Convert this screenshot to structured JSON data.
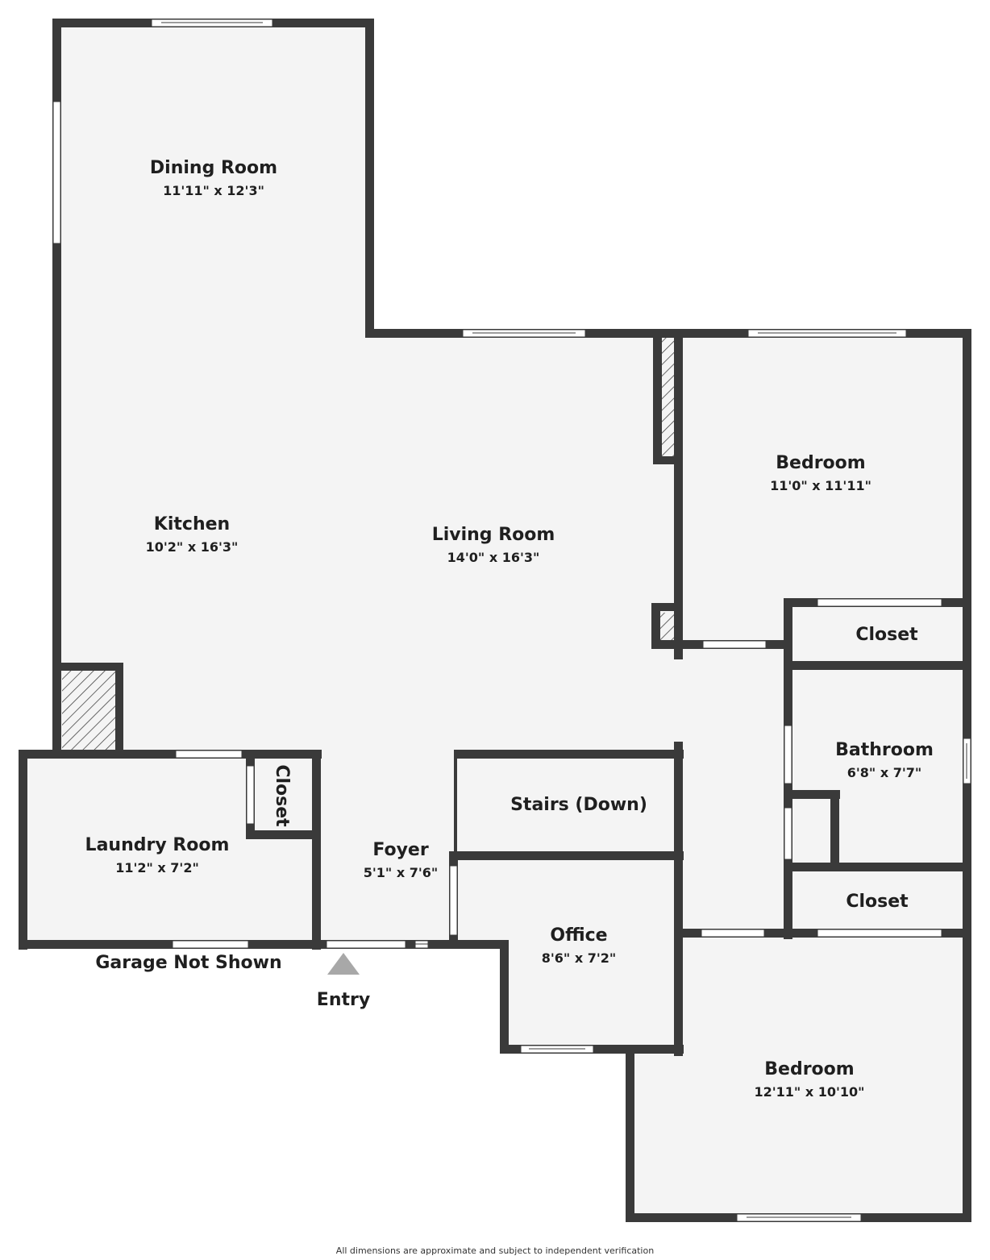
{
  "colors": {
    "wall": "#3a3a3a",
    "floor": "#f4f4f4",
    "window": "#ffffff",
    "hatch": "#3a3a3a",
    "entry_marker": "#a8a8a8"
  },
  "rooms": {
    "dining": {
      "name": "Dining Room",
      "dims": "11'11\" x 12'3\""
    },
    "kitchen": {
      "name": "Kitchen",
      "dims": "10'2\" x 16'3\""
    },
    "living": {
      "name": "Living Room",
      "dims": "14'0\" x 16'3\""
    },
    "bedroom1": {
      "name": "Bedroom",
      "dims": "11'0\" x 11'11\""
    },
    "closet1": {
      "name": "Closet"
    },
    "bathroom": {
      "name": "Bathroom",
      "dims": "6'8\" x 7'7\""
    },
    "closet2": {
      "name": "Closet"
    },
    "laundry": {
      "name": "Laundry Room",
      "dims": "11'2\" x 7'2\""
    },
    "closet3": {
      "name": "Closet"
    },
    "foyer": {
      "name": "Foyer",
      "dims": "5'1\" x 7'6\""
    },
    "stairs": {
      "name": "Stairs (Down)"
    },
    "office": {
      "name": "Office",
      "dims": "8'6\" x 7'2\""
    },
    "bedroom2": {
      "name": "Bedroom",
      "dims": "12'11\" x 10'10\""
    }
  },
  "labels": {
    "garage": "Garage Not Shown",
    "entry": "Entry",
    "disclaimer": "All dimensions are approximate and subject to independent verification"
  }
}
